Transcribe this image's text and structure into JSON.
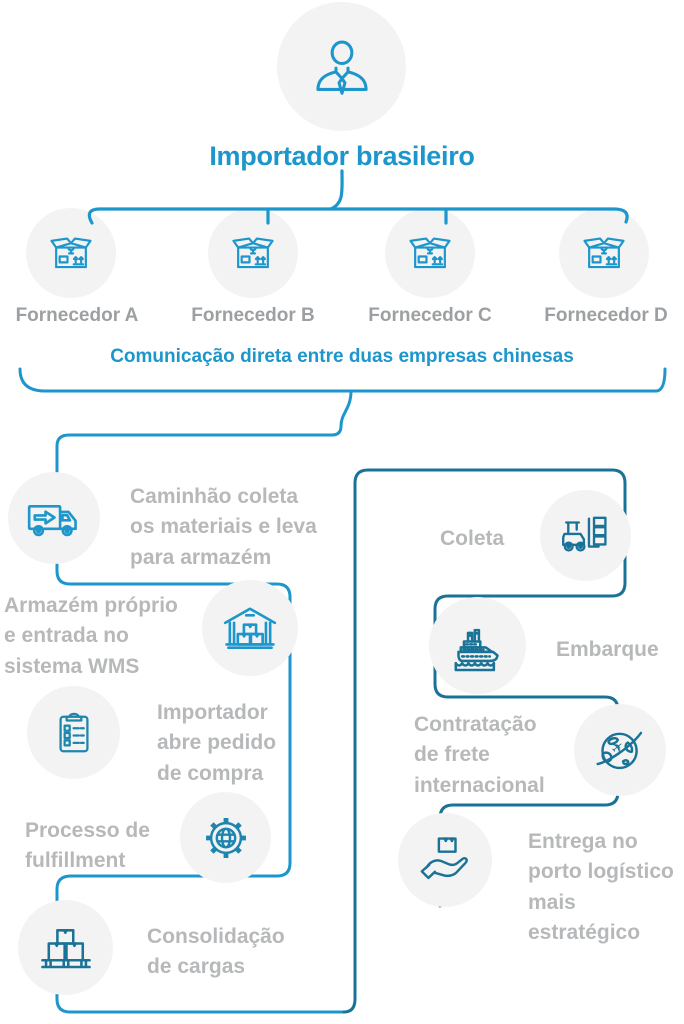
{
  "colors": {
    "accent_blue": "#1d96cc",
    "flow_teal": "#1a7397",
    "icon_mid_blue": "#1e85ad",
    "circle_bg": "#f3f3f4",
    "supplier_text_gray": "#9da0a2",
    "label_text_gray": "#b6b8ba",
    "background": "#ffffff"
  },
  "header": {
    "title": "Importador brasileiro",
    "person_icon": "businessman-icon"
  },
  "suppliers": {
    "items": [
      {
        "label": "Fornecedor A",
        "icon": "package-box-icon"
      },
      {
        "label": "Fornecedor B",
        "icon": "package-box-icon"
      },
      {
        "label": "Fornecedor C",
        "icon": "package-box-icon"
      },
      {
        "label": "Fornecedor D",
        "icon": "package-box-icon"
      }
    ],
    "note": "Comunicação direta entre duas empresas chinesas"
  },
  "left_flow": {
    "steps": [
      {
        "icon": "truck-icon",
        "label": "Caminhão coleta\nos materiais e leva\npara armazém"
      },
      {
        "icon": "warehouse-icon",
        "label": "Armazém próprio\ne entrada no\nsistema WMS"
      },
      {
        "icon": "clipboard-checklist-icon",
        "label": "Importador\nabre pedido\nde compra"
      },
      {
        "icon": "gear-globe-icon",
        "label": "Processo de\nfulfillment"
      },
      {
        "icon": "pallet-boxes-icon",
        "label": "Consolidação\nde cargas"
      }
    ]
  },
  "right_flow": {
    "steps": [
      {
        "icon": "forklift-icon",
        "label": "Coleta"
      },
      {
        "icon": "cargo-ship-icon",
        "label": "Embarque"
      },
      {
        "icon": "globe-plane-icon",
        "label": "Contratação\nde frete\ninternacional"
      },
      {
        "icon": "hand-box-icon",
        "label": "Entrega no\nporto logístico\nmais estratégico"
      }
    ]
  }
}
